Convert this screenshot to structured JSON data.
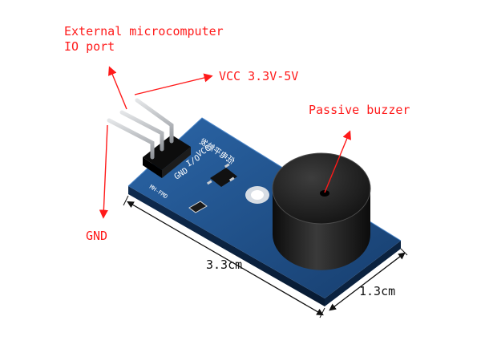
{
  "labels": {
    "io_line1": "External microcomputer",
    "io_line2": "IO port",
    "vcc": "VCC 3.3V-5V",
    "buzzer": "Passive buzzer",
    "gnd": "GND",
    "length": "3.3cm",
    "width": "1.3cm"
  },
  "pcb_silkscreen": {
    "vcc": "VCC",
    "io": "I/O",
    "gnd": "GND",
    "module_name": "低电平触发",
    "brand": "MH-FMD"
  },
  "colors": {
    "annotation": "#ff1a1a",
    "pcb": "#1f4f86",
    "buzzer": "#1b1b1b",
    "pins": "#b9bcc0",
    "header": "#0d0d0d"
  }
}
